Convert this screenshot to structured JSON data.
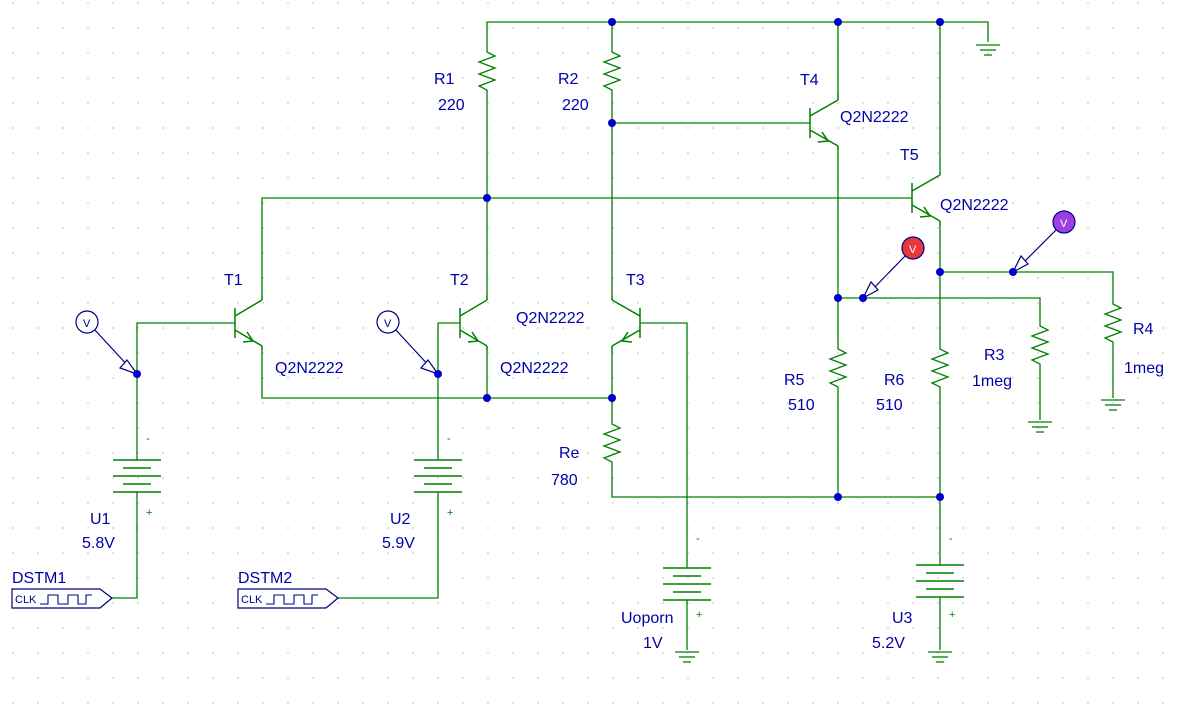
{
  "schematic": {
    "transistors": [
      {
        "ref": "T1",
        "model": "Q2N2222"
      },
      {
        "ref": "T2",
        "model": "Q2N2222"
      },
      {
        "ref": "T3",
        "model": "Q2N2222"
      },
      {
        "ref": "T4",
        "model": "Q2N2222"
      },
      {
        "ref": "T5",
        "model": "Q2N2222"
      }
    ],
    "resistors": [
      {
        "ref": "R1",
        "value": "220"
      },
      {
        "ref": "R2",
        "value": "220"
      },
      {
        "ref": "Re",
        "value": "780"
      },
      {
        "ref": "R5",
        "value": "510"
      },
      {
        "ref": "R6",
        "value": "510"
      },
      {
        "ref": "R3",
        "value": "1meg"
      },
      {
        "ref": "R4",
        "value": "1meg"
      }
    ],
    "sources": [
      {
        "ref": "U1",
        "value": "5.8V"
      },
      {
        "ref": "U2",
        "value": "5.9V"
      },
      {
        "ref": "Uoporn",
        "value": "1V"
      },
      {
        "ref": "U3",
        "value": "5.2V"
      }
    ],
    "stimuli": [
      {
        "ref": "DSTM1",
        "label": "CLK"
      },
      {
        "ref": "DSTM2",
        "label": "CLK"
      }
    ],
    "probes": [
      {
        "label": "V",
        "color": "#ffffff"
      },
      {
        "label": "V",
        "color": "#ffffff"
      },
      {
        "label": "V",
        "color": "#e8383d"
      },
      {
        "label": "V",
        "color": "#9b3fe0"
      }
    ],
    "polarity": {
      "plus": "+",
      "minus": "-"
    },
    "colors": {
      "wire": "#008000",
      "label": "#0000aa",
      "junction": "#0000cc",
      "grid": "#c8c8c8"
    }
  }
}
